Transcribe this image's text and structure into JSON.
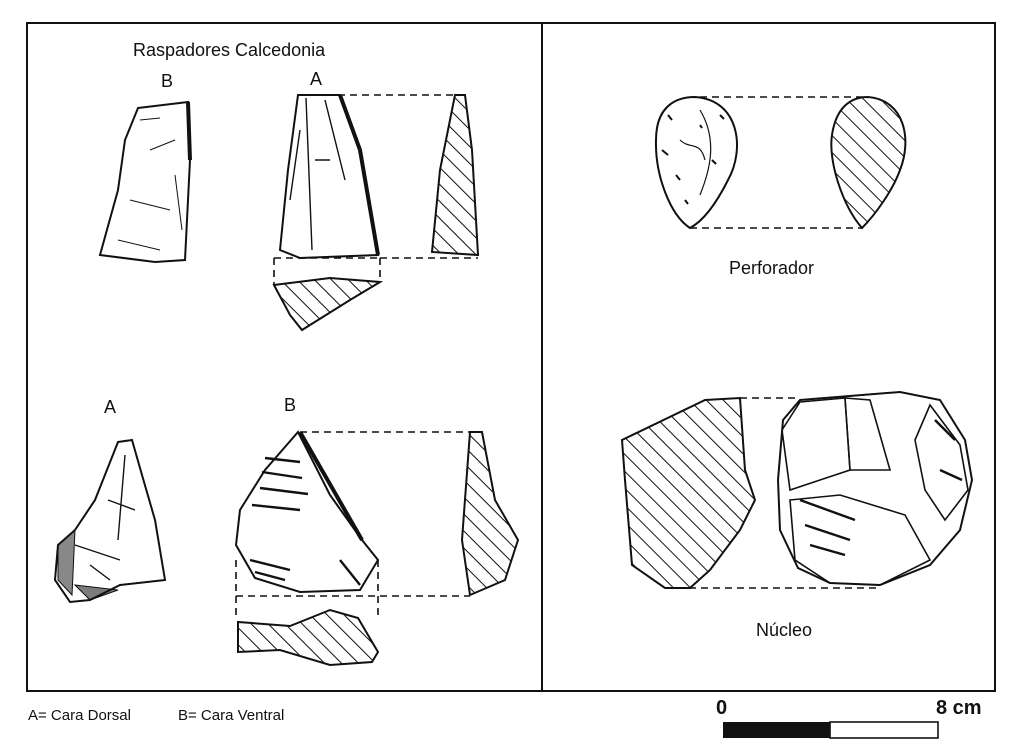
{
  "panel_left": {
    "title": "Raspadores Calcedonia",
    "top_row": {
      "label_b": "B",
      "label_a": "A"
    },
    "bottom_row": {
      "label_a": "A",
      "label_b": "B"
    }
  },
  "panel_right": {
    "perforador_label": "Perforador",
    "nucleo_label": "Núcleo"
  },
  "legend": {
    "dorsal": "A= Cara Dorsal",
    "ventral": "B= Cara Ventral"
  },
  "scale": {
    "start_label": "0",
    "end_label": "8 cm"
  }
}
